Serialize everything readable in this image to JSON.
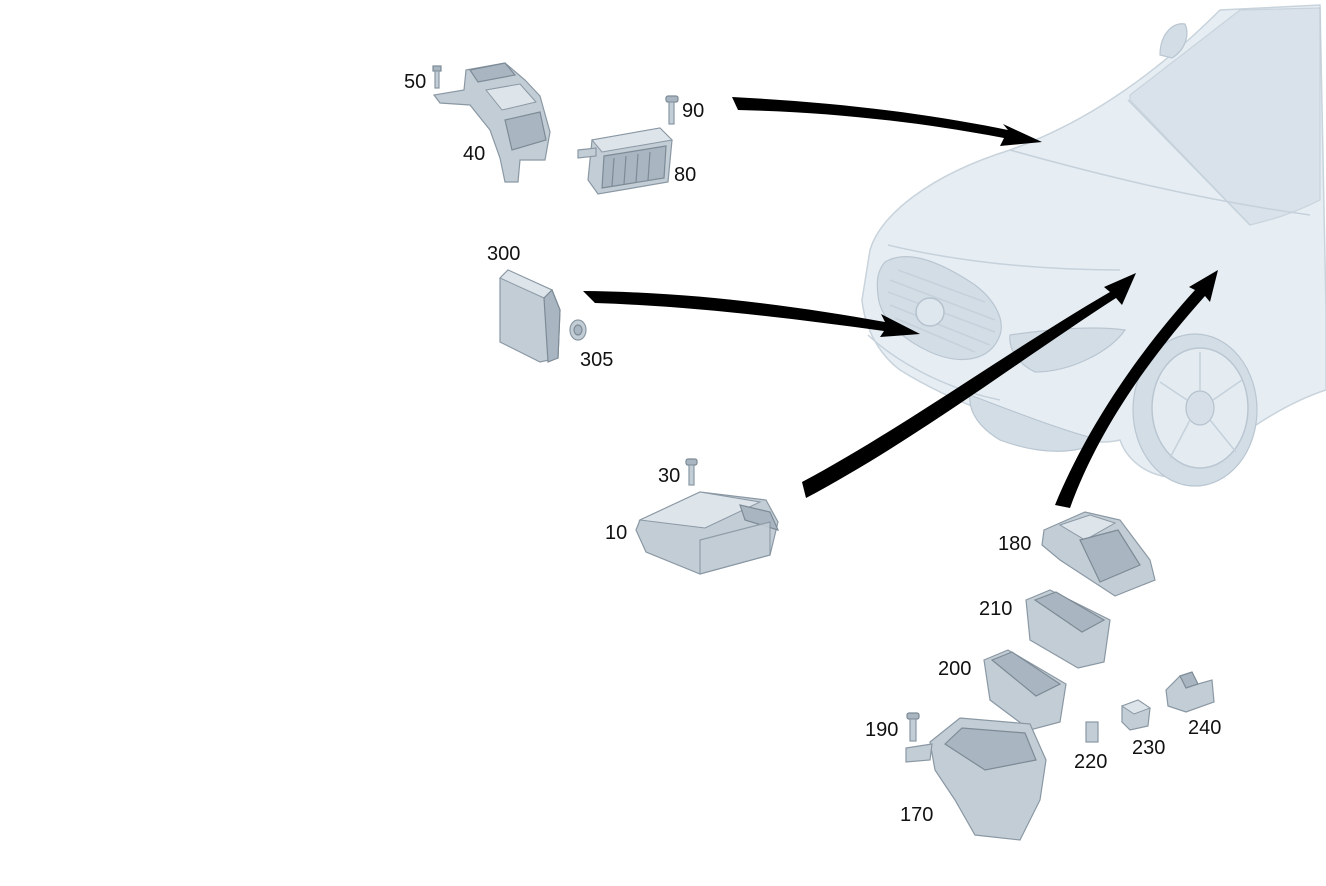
{
  "labels": {
    "p50": "50",
    "p40": "40",
    "p90": "90",
    "p80": "80",
    "p300": "300",
    "p305": "305",
    "p30": "30",
    "p10": "10",
    "p180": "180",
    "p210": "210",
    "p200": "200",
    "p190": "190",
    "p170": "170",
    "p220": "220",
    "p230": "230",
    "p240": "240"
  },
  "colors": {
    "part_fill": "#c3cdd5",
    "car_fill": "#e6edf3",
    "arrow": "#000000"
  }
}
